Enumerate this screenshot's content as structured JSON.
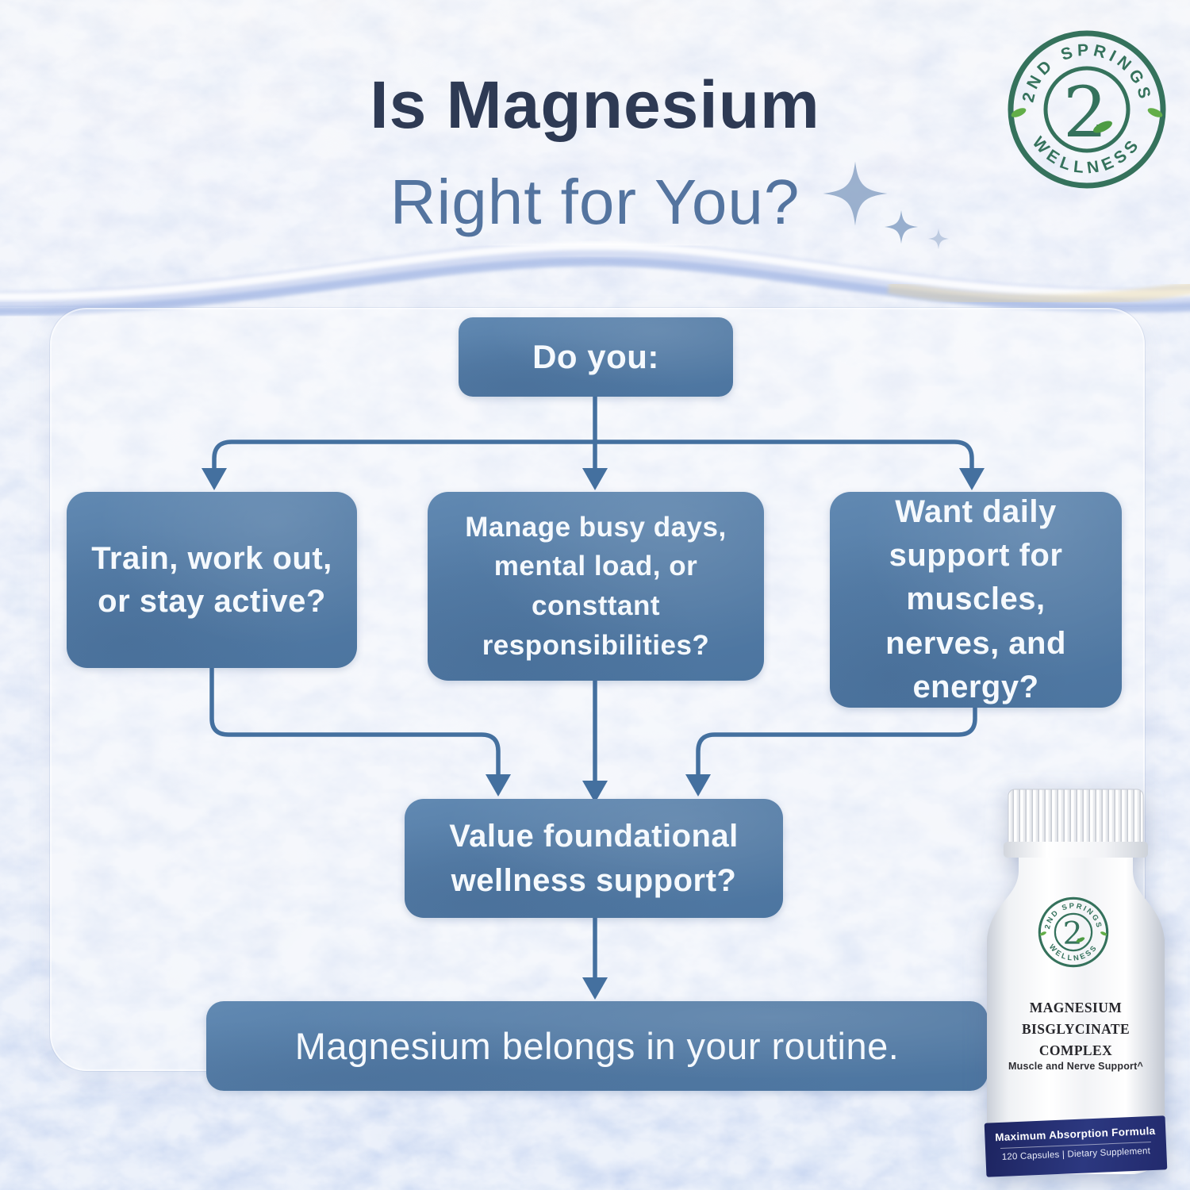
{
  "title": {
    "line1": "Is Magnesium",
    "line2": "Right for You?"
  },
  "brand": {
    "arc_top": "2ND SPRINGS",
    "arc_bottom": "WELLNESS",
    "monogram": "2"
  },
  "flowchart": {
    "root": "Do you:",
    "branches": [
      {
        "label": "Train, work out, or stay active?"
      },
      {
        "label": "Manage busy days, mental load, or consttant responsibilities?"
      },
      {
        "label": "Want daily support for muscles, nerves, and energy?"
      }
    ],
    "merge": "Value foundational wellness support?",
    "conclusion": "Magnesium belongs in your routine."
  },
  "product": {
    "name": "MAGNESIUM BISGLYCINATE COMPLEX",
    "tagline": "Muscle and Nerve Support^",
    "band_line1": "Maximum Absorption Formula",
    "band_line2": "120 Capsules | Dietary Supplement"
  },
  "colors": {
    "node_blue": "#537AA4",
    "connector_blue": "#44709F",
    "title_dark": "#2E3A54",
    "title_light": "#54749F",
    "brand_green": "#35725C",
    "leaf_green": "#63AE49",
    "navy_band": "#232B6F",
    "background_light_blue": "#DBE2F4"
  }
}
